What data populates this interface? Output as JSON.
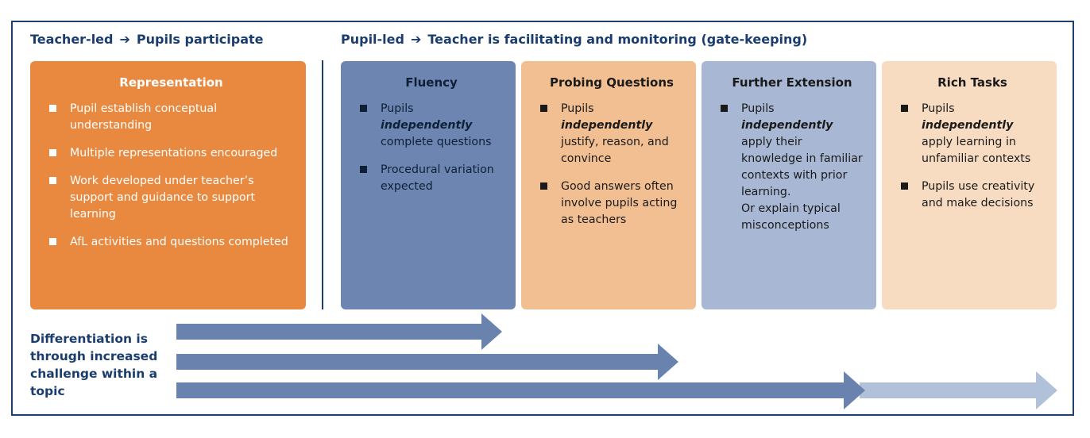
{
  "header": {
    "left_from": "Teacher-led",
    "left_to": "Pupils participate",
    "right_from": "Pupil-led",
    "right_to": "Teacher is facilitating and monitoring (gate-keeping)",
    "arrow_glyph": "➔"
  },
  "boxes": {
    "representation": {
      "title": "Representation",
      "items": [
        "Pupil establish conceptual understanding",
        "Multiple representations encouraged",
        "Work developed under teacher’s support and guidance to support learning",
        "AfL activities and questions completed"
      ]
    },
    "fluency": {
      "title": "Fluency",
      "items": [
        {
          "pre": "Pupils",
          "em": "independently",
          "post": "complete questions"
        },
        {
          "pre": "Procedural variation expected",
          "em": "",
          "post": ""
        }
      ]
    },
    "probing": {
      "title": "Probing Questions",
      "items": [
        {
          "pre": "Pupils",
          "em": "independently",
          "post": "justify, reason, and convince"
        },
        {
          "pre": "Good answers often involve pupils acting as teachers",
          "em": "",
          "post": ""
        }
      ]
    },
    "further": {
      "title": "Further Extension",
      "items": [
        {
          "pre": "Pupils",
          "em": "independently",
          "post": "apply their knowledge in familiar contexts with prior learning.",
          "extra": "Or explain typical misconceptions"
        }
      ]
    },
    "rich": {
      "title": "Rich Tasks",
      "items": [
        {
          "pre": "Pupils",
          "em": "independently",
          "post": "apply learning in unfamiliar contexts"
        },
        {
          "pre": "Pupils use creativity and make decisions",
          "em": "",
          "post": ""
        }
      ]
    }
  },
  "differentiation": {
    "label": "Differentiation is through increased challenge within a topic"
  },
  "colors": {
    "frame": "#1f3f6e",
    "heading": "#1a3d6e",
    "representation": "#e8893f",
    "fluency": "#6c86b1",
    "probing": "#f2bf92",
    "further": "#a8b8d4",
    "rich": "#f8dcc2",
    "arrow_dark": "#6a83ae",
    "arrow_light": "#b2c1da"
  }
}
